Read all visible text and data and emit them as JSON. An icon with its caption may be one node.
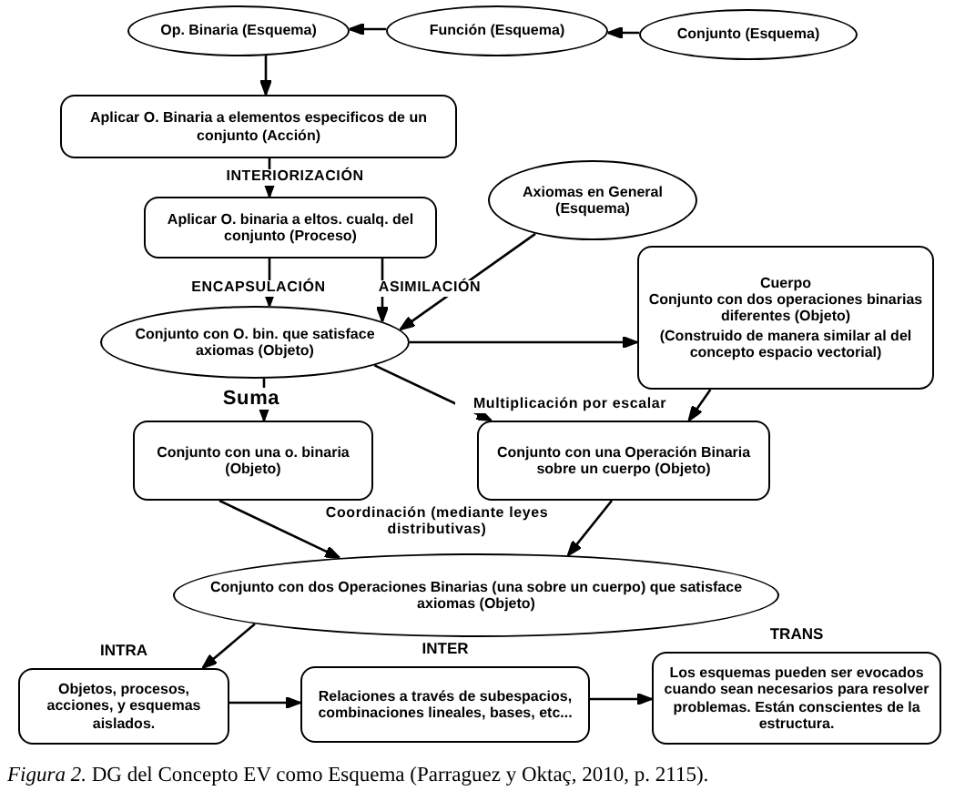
{
  "diagram": {
    "caption": "*Figura 2.* DG del Concepto EV como Esquema (Parraguez y Oktaç, 2010, p. 2115).",
    "nodes": [
      {
        "text": [
          "Op. Binaria (Esquema)"
        ]
      },
      {
        "text": [
          "Función (Esquema)"
        ]
      },
      {
        "text": [
          "Conjunto (Esquema)"
        ]
      },
      {
        "text": [
          "Aplicar O. Binaria a elementos especificos de un conjunto (Acción)"
        ]
      },
      {
        "text": [
          "Aplicar O. binaria a eltos. cualq. del conjunto (Proceso)"
        ]
      },
      {
        "text": [
          "Axiomas en General (Esquema)"
        ]
      },
      {
        "text": [
          "Cuerpo",
          "Conjunto con dos operaciones binarias diferentes (Objeto)",
          "(Construido de manera similar al del concepto espacio vectorial)"
        ]
      },
      {
        "text": [
          "Conjunto con O. bin. que satisface axiomas (Objeto)"
        ]
      },
      {
        "text": [
          "Conjunto con una o. binaria (Objeto)"
        ]
      },
      {
        "text": [
          "Conjunto con una Operación Binaria sobre un cuerpo (Objeto)"
        ]
      },
      {
        "text": [
          "Conjunto con dos Operaciones Binarias (una sobre un cuerpo) que satisface axiomas (Objeto)"
        ]
      },
      {
        "text": [
          "INTRA",
          "Objetos, procesos, acciones, y esquemas aislados."
        ]
      },
      {
        "text": [
          "INTER",
          "Relaciones a través de subespacios, combinaciones lineales, bases, etc..."
        ]
      },
      {
        "text": [
          "TRANS",
          "Los esquemas pueden ser evocados cuando sean necesarios para resolver problemas. Están conscientes de la estructura."
        ]
      }
    ],
    "edges": [
      {
        "from": 1,
        "to": 0,
        "arrow": "to"
      },
      {
        "from": 2,
        "to": 1,
        "arrow": "to"
      },
      {
        "from": 0,
        "to": 3,
        "arrow": "to"
      },
      {
        "from": 3,
        "to": 4,
        "arrow": "to",
        "label": "INTERIORIZACIÓN"
      },
      {
        "from": 4,
        "to": 7,
        "arrow": "to",
        "label": "ENCAPSULACIÓN"
      },
      {
        "from": 4,
        "to": 7,
        "arrow": "to"
      },
      {
        "from": 5,
        "to": 7,
        "arrow": "to",
        "label": "ASIMILACIÓN"
      },
      {
        "from": 7,
        "to": 6,
        "arrow": "to"
      },
      {
        "from": 7,
        "to": 8,
        "arrow": "to",
        "label": "Suma"
      },
      {
        "from": 7,
        "to": 9,
        "arrow": "to",
        "label": "Multiplicación por escalar"
      },
      {
        "from": 6,
        "to": 9,
        "arrow": "to"
      },
      {
        "from": 8,
        "to": 10,
        "arrow": "to",
        "label": "Coordinación (mediante leyes distributivas)"
      },
      {
        "from": 9,
        "to": 10,
        "arrow": "to"
      },
      {
        "from": 10,
        "to": 11,
        "arrow": "to"
      },
      {
        "from": 11,
        "to": 12,
        "arrow": "to"
      },
      {
        "from": 12,
        "to": 13,
        "arrow": "to"
      }
    ]
  }
}
